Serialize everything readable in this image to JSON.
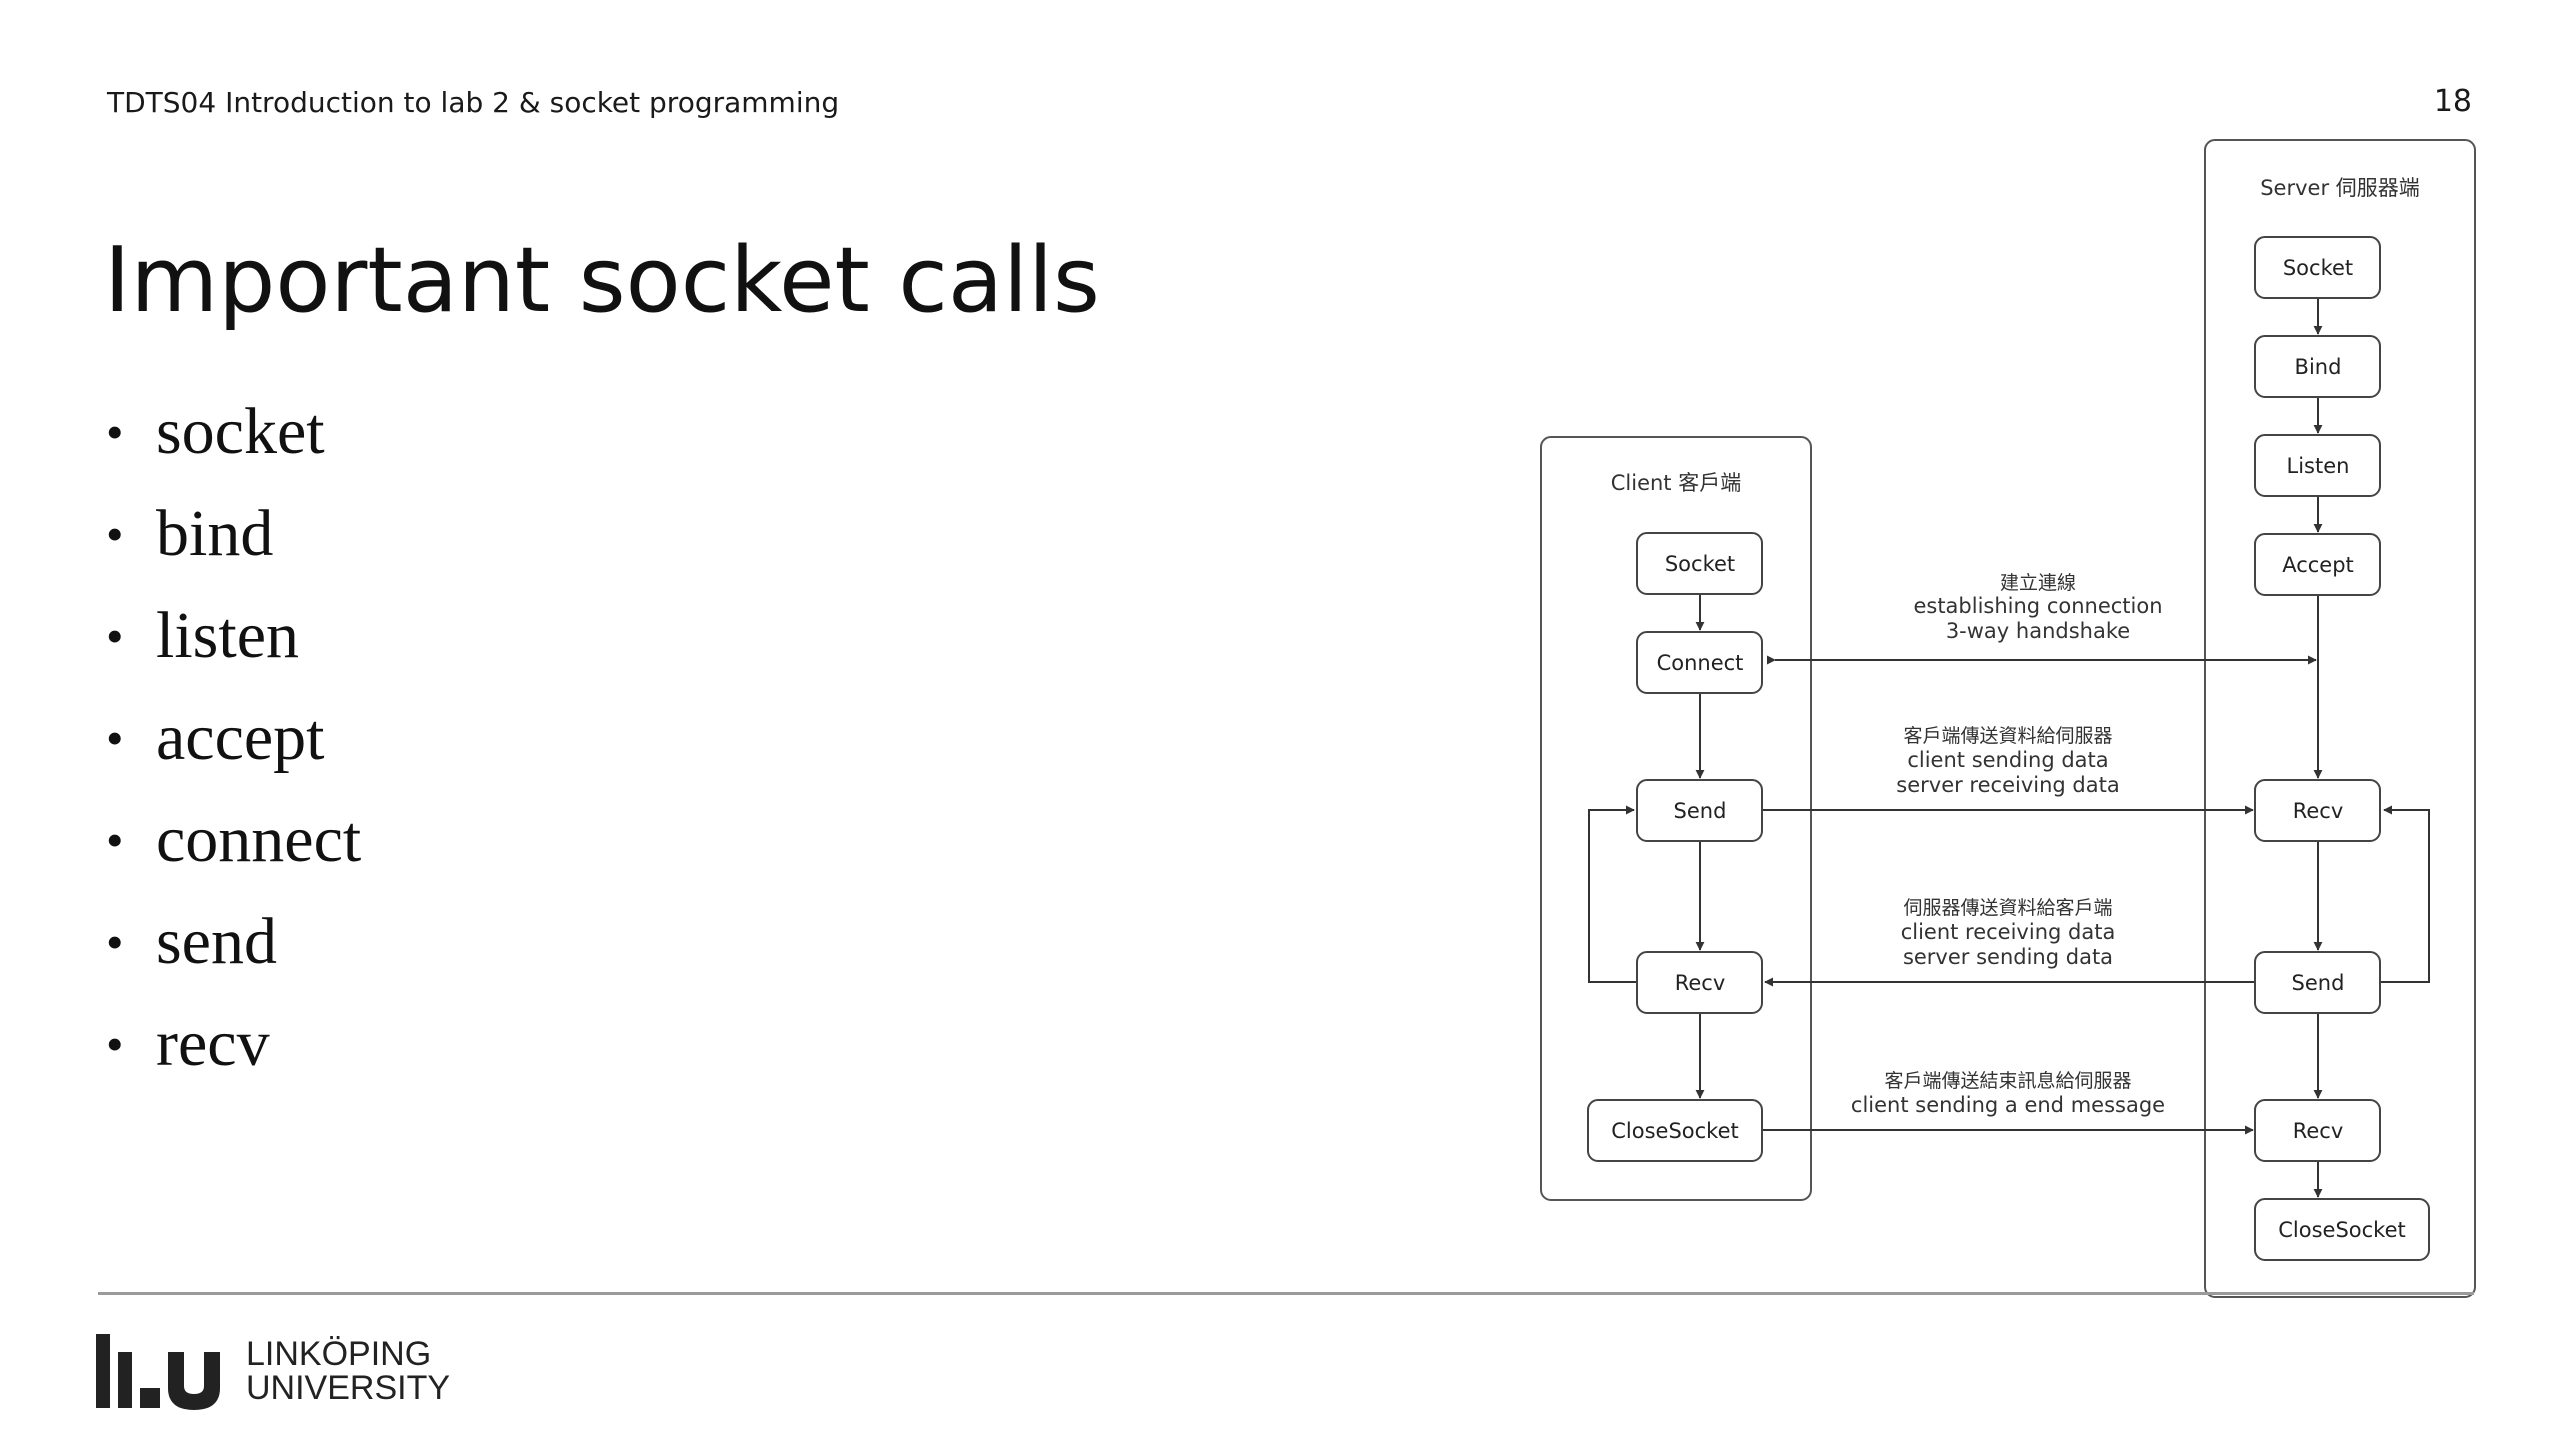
{
  "header": {
    "course_title": "TDTS04 Introduction to lab 2 & socket programming",
    "page_number": "18"
  },
  "slide": {
    "title": "Important socket calls",
    "bullets": [
      "socket",
      "bind",
      "listen",
      "accept",
      "connect",
      "send",
      "recv"
    ]
  },
  "diagram": {
    "client_label": "Client 客戶端",
    "server_label": "Server 伺服器端",
    "client_nodes": {
      "socket": "Socket",
      "connect": "Connect",
      "send": "Send",
      "recv": "Recv",
      "closesocket": "CloseSocket"
    },
    "server_nodes": {
      "socket": "Socket",
      "bind": "Bind",
      "listen": "Listen",
      "accept": "Accept",
      "recv1": "Recv",
      "send": "Send",
      "recv2": "Recv",
      "closesocket": "CloseSocket"
    },
    "messages": {
      "connection": [
        "建立連線",
        "establishing connection",
        "3-way handshake"
      ],
      "client_send": [
        "客戶端傳送資料給伺服器",
        "client sending data",
        "server receiving data"
      ],
      "server_send": [
        "伺服器傳送資料給客戶端",
        "client receiving data",
        "server sending data"
      ],
      "end_message": [
        "客戶端傳送結束訊息給伺服器",
        "client sending a end message"
      ]
    }
  },
  "footer": {
    "logo_line1": "LINKÖPING",
    "logo_line2": "UNIVERSITY"
  }
}
